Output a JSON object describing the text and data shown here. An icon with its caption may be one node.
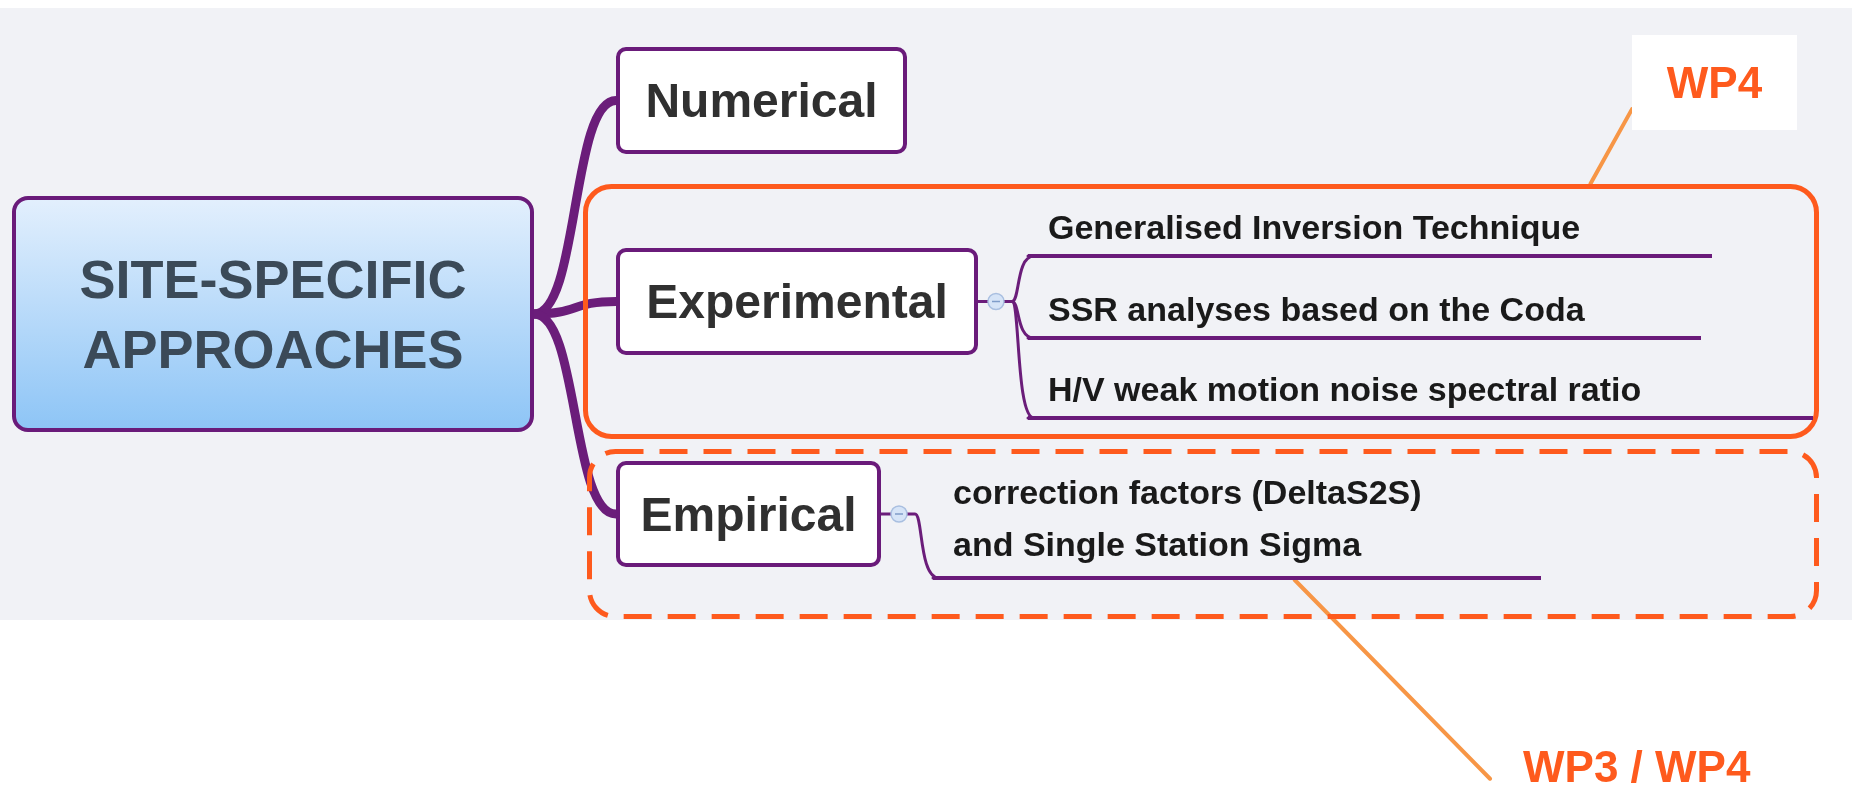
{
  "diagram": {
    "nodes": [
      {
        "text": [
          "SITE-SPECIFIC APPROACHES"
        ]
      },
      {
        "text": [
          "Numerical"
        ]
      },
      {
        "text": [],
        "shape": "box"
      },
      {
        "text": [
          "Experimental"
        ],
        "in": 2
      },
      {
        "text": [
          "Generalised Inversion Technique"
        ],
        "in": 2
      },
      {
        "text": [
          "SSR analyses based on the Coda"
        ],
        "in": 2
      },
      {
        "text": [
          "H/V weak motion noise spectral ratio"
        ],
        "in": 2
      },
      {
        "text": [],
        "shape": "box"
      },
      {
        "text": [
          "Empirical"
        ],
        "in": 7
      },
      {
        "text": [
          "correction factors (DeltaS2S) and Single Station Sigma"
        ],
        "in": 7
      },
      {
        "text": [
          "WP4"
        ]
      },
      {
        "text": [
          "WP3 / WP4"
        ]
      }
    ],
    "edges": [
      {
        "from": 0,
        "to": 1,
        "arrow": "none",
        "style": "thick"
      },
      {
        "from": 0,
        "to": 3,
        "arrow": "none",
        "style": "thick"
      },
      {
        "from": 0,
        "to": 8,
        "arrow": "none",
        "style": "thick"
      },
      {
        "from": 3,
        "to": 4,
        "arrow": "none"
      },
      {
        "from": 3,
        "to": 5,
        "arrow": "none"
      },
      {
        "from": 3,
        "to": 6,
        "arrow": "none"
      },
      {
        "from": 8,
        "to": 9,
        "arrow": "none"
      },
      {
        "from": 10,
        "to": 2,
        "arrow": "none",
        "color": "#f79646"
      },
      {
        "from": 11,
        "to": 9,
        "arrow": "none",
        "color": "#f79646"
      }
    ]
  }
}
